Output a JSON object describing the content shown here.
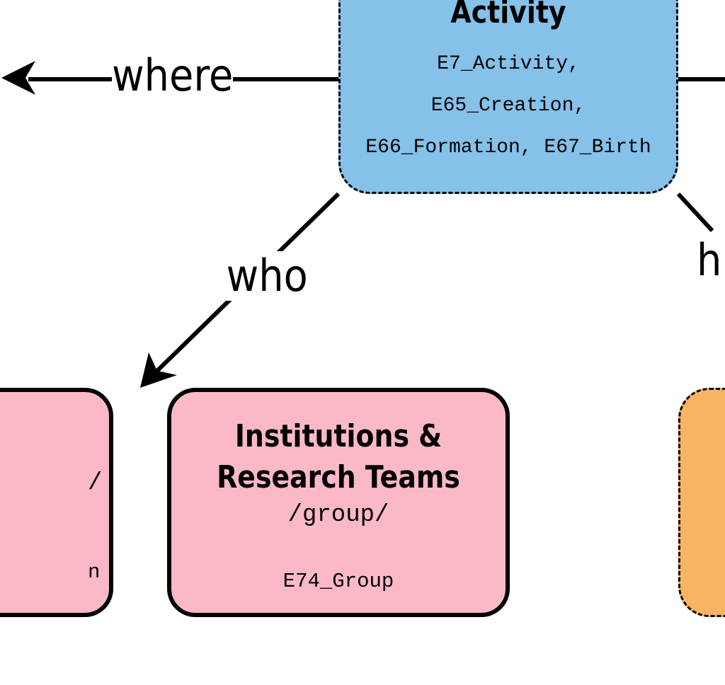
{
  "activity": {
    "title": "Activity",
    "classes_line1": "E7_Activity,",
    "classes_line2": "E65_Creation,",
    "classes_line3": "E66_Formation, E67_Birth",
    "color": "#85c1e9"
  },
  "group": {
    "title_line1": "Institutions &",
    "title_line2": "Research Teams",
    "path": "/group/",
    "class": "E74_Group",
    "color": "#fbb9c8"
  },
  "person_partial": {
    "fragment1": "/",
    "fragment2": "n",
    "color": "#fbb9c8"
  },
  "orange_partial": {
    "color": "#f8b462"
  },
  "edges": {
    "where": "where",
    "who": "who",
    "how": "h"
  }
}
